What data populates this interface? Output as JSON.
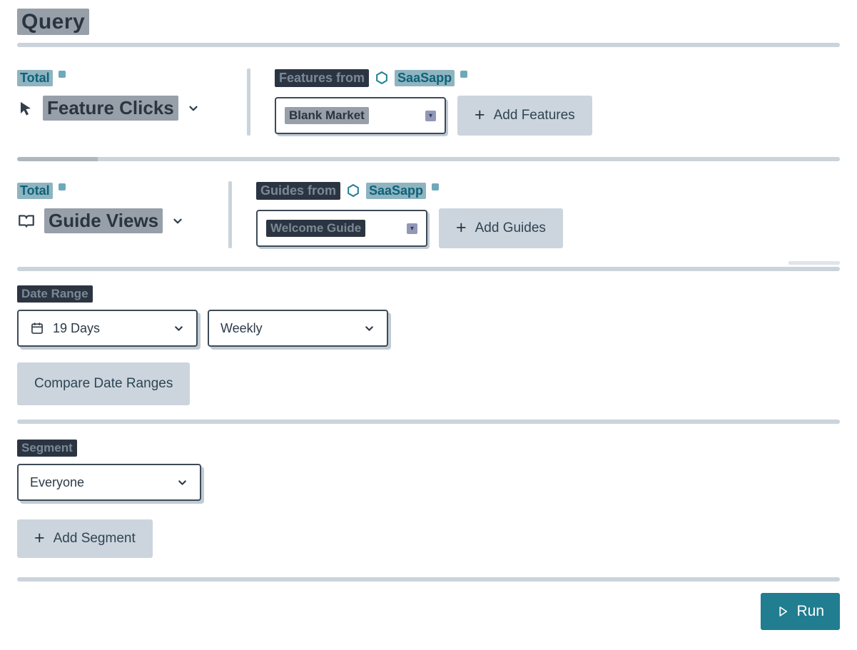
{
  "page": {
    "title": "Query"
  },
  "metrics": [
    {
      "total_label": "Total",
      "metric_label": "Feature Clicks",
      "source_prefix": "Features from",
      "app_name": "SaaSapp",
      "selected_value": "Blank Market",
      "add_button": "Add Features"
    },
    {
      "total_label": "Total",
      "metric_label": "Guide Views",
      "source_prefix": "Guides from",
      "app_name": "SaaSapp",
      "selected_value": "Welcome Guide",
      "add_button": "Add Guides"
    }
  ],
  "date_range": {
    "label": "Date Range",
    "range_value": "19 Days",
    "granularity_value": "Weekly",
    "compare_button": "Compare Date Ranges"
  },
  "segment": {
    "label": "Segment",
    "value": "Everyone",
    "add_button": "Add Segment"
  },
  "footer": {
    "run_label": "Run"
  },
  "colors": {
    "accent_teal": "#1c7f93",
    "button_bg": "#ccd5dd",
    "divider": "#cbd3db",
    "select_border": "#3d4a57",
    "run_button_bg": "#217d90"
  }
}
